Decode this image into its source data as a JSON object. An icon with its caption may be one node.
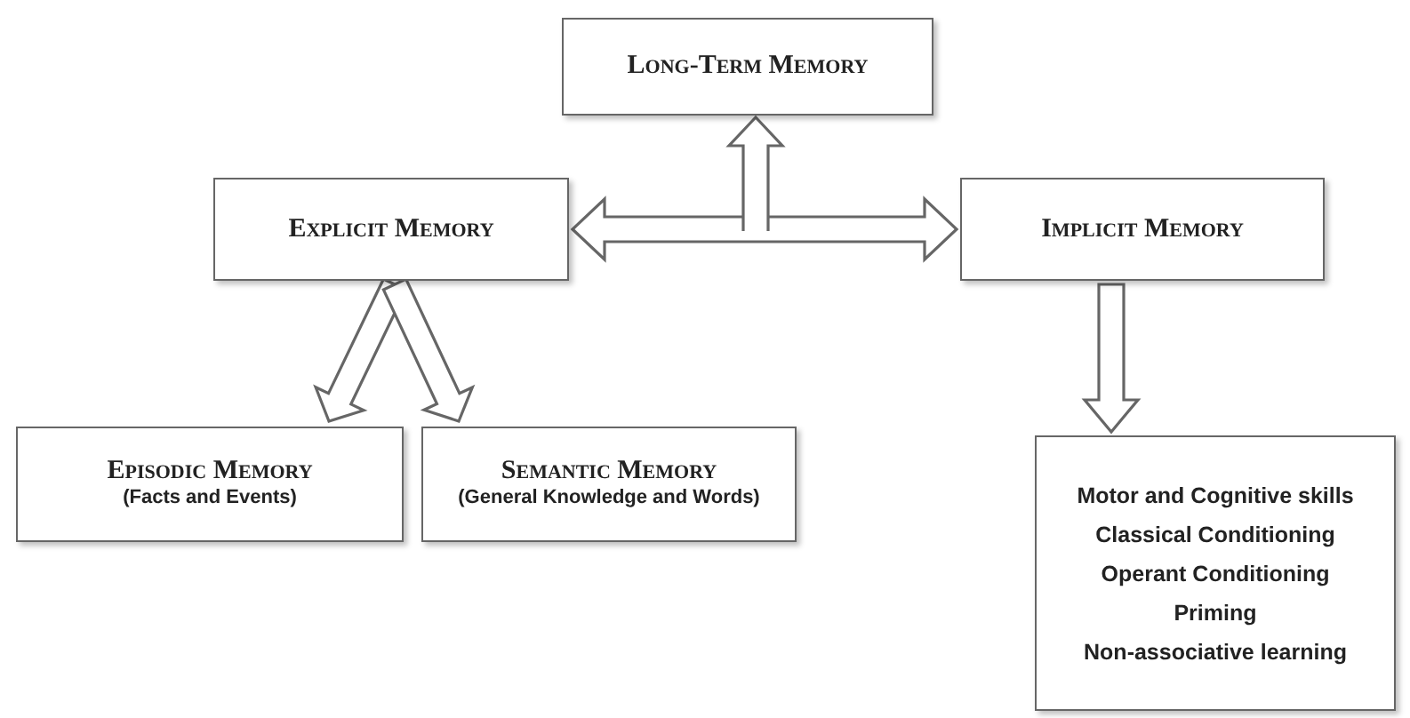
{
  "diagram": {
    "nodes": [
      {
        "text": [
          "Long-Term Memory"
        ]
      },
      {
        "text": [
          "Explicit Memory"
        ]
      },
      {
        "text": [
          "Implicit Memory"
        ]
      },
      {
        "text": [
          "Episodic Memory",
          "(Facts and Events)"
        ]
      },
      {
        "text": [
          "Semantic Memory",
          "(General Knowledge and Words)"
        ]
      },
      {
        "text": [
          "Motor and Cognitive skills",
          "Classical Conditioning",
          "Operant Conditioning",
          "Priming",
          "Non-associative learning"
        ]
      }
    ],
    "edges": [
      {
        "from": null,
        "to": 0,
        "arrow": "to"
      },
      {
        "from": 1,
        "to": 2,
        "arrow": "both"
      },
      {
        "from": 1,
        "to": 3,
        "arrow": "to"
      },
      {
        "from": 1,
        "to": 4,
        "arrow": "to"
      },
      {
        "from": 2,
        "to": 5,
        "arrow": "to"
      }
    ]
  }
}
